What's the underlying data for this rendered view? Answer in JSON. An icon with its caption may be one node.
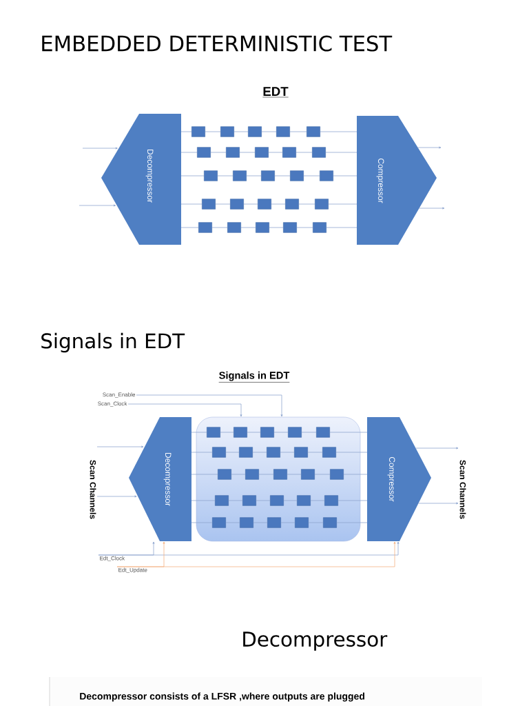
{
  "diagram": {
    "title": "EMBEDDED DETERMINISTIC TEST",
    "nodes": [
      {
        "text": [
          "Decompressor"
        ]
      },
      {
        "text": [
          "Compressor"
        ]
      },
      {
        "text": [],
        "shape": "box"
      },
      {
        "text": [],
        "shape": "box"
      },
      {
        "text": [],
        "shape": "box"
      },
      {
        "text": [],
        "shape": "box"
      },
      {
        "text": [],
        "shape": "box"
      },
      {
        "text": [],
        "shape": "box"
      },
      {
        "text": [],
        "shape": "box"
      },
      {
        "text": [],
        "shape": "box"
      },
      {
        "text": [],
        "shape": "box"
      },
      {
        "text": [],
        "shape": "box"
      },
      {
        "text": [],
        "shape": "box"
      },
      {
        "text": [],
        "shape": "box"
      },
      {
        "text": [],
        "shape": "box"
      },
      {
        "text": [],
        "shape": "box"
      },
      {
        "text": [],
        "shape": "box"
      },
      {
        "text": [],
        "shape": "box"
      },
      {
        "text": [],
        "shape": "box"
      },
      {
        "text": [],
        "shape": "box"
      },
      {
        "text": [],
        "shape": "box"
      },
      {
        "text": [],
        "shape": "box"
      },
      {
        "text": [],
        "shape": "box"
      },
      {
        "text": [],
        "shape": "box"
      },
      {
        "text": [],
        "shape": "box"
      },
      {
        "text": [],
        "shape": "box"
      },
      {
        "text": [],
        "shape": "box"
      },
      {
        "text": [
          "Decompressor"
        ]
      },
      {
        "text": [],
        "shape": "box"
      },
      {
        "text": [],
        "shape": "box",
        "in": 28
      },
      {
        "text": [],
        "shape": "box",
        "in": 28
      },
      {
        "text": [],
        "shape": "box",
        "in": 28
      },
      {
        "text": [],
        "shape": "box",
        "in": 28
      },
      {
        "text": [],
        "shape": "box",
        "in": 28
      },
      {
        "text": [],
        "shape": "box",
        "in": 28
      },
      {
        "text": [],
        "shape": "box",
        "in": 28
      },
      {
        "text": [],
        "shape": "box",
        "in": 28
      },
      {
        "text": [],
        "shape": "box",
        "in": 28
      },
      {
        "text": [],
        "shape": "box",
        "in": 28
      },
      {
        "text": [],
        "shape": "box",
        "in": 28
      },
      {
        "text": [],
        "shape": "box",
        "in": 28
      },
      {
        "text": [],
        "shape": "box",
        "in": 28
      },
      {
        "text": [],
        "shape": "box",
        "in": 28
      },
      {
        "text": [],
        "shape": "box",
        "in": 28
      },
      {
        "text": [],
        "shape": "box",
        "in": 28
      },
      {
        "text": [],
        "shape": "box",
        "in": 28
      },
      {
        "text": [],
        "shape": "box",
        "in": 28
      },
      {
        "text": [],
        "shape": "box",
        "in": 28
      },
      {
        "text": [],
        "shape": "box",
        "in": 28
      },
      {
        "text": [],
        "shape": "box",
        "in": 28
      },
      {
        "text": [],
        "shape": "box",
        "in": 28
      },
      {
        "text": [],
        "shape": "box",
        "in": 28
      },
      {
        "text": [],
        "shape": "box",
        "in": 28
      },
      {
        "text": [],
        "shape": "box",
        "in": 28
      },
      {
        "text": [
          "Compressor"
        ]
      },
      {
        "text": [
          "Scan_Enable"
        ]
      },
      {
        "text": [
          "Scan_Clock"
        ]
      },
      {
        "text": [
          "Edt_Clock"
        ]
      },
      {
        "text": [
          "Edt_Update"
        ]
      },
      {
        "text": [
          "Scan Channels"
        ]
      },
      {
        "text": [
          "Scan Channels"
        ]
      }
    ],
    "edges": [
      {
        "from": 0,
        "to": 2,
        "arrow": "none"
      },
      {
        "from": 2,
        "to": 3,
        "arrow": "none"
      },
      {
        "from": 3,
        "to": 4,
        "arrow": "none"
      },
      {
        "from": 4,
        "to": 5,
        "arrow": "none"
      },
      {
        "from": 5,
        "to": 6,
        "arrow": "none"
      },
      {
        "from": 6,
        "to": 1,
        "arrow": "none"
      },
      {
        "from": 0,
        "to": 7,
        "arrow": "none"
      },
      {
        "from": 7,
        "to": 8,
        "arrow": "none"
      },
      {
        "from": 8,
        "to": 9,
        "arrow": "none"
      },
      {
        "from": 9,
        "to": 10,
        "arrow": "none"
      },
      {
        "from": 10,
        "to": 11,
        "arrow": "none"
      },
      {
        "from": 11,
        "to": 1,
        "arrow": "none"
      },
      {
        "from": 0,
        "to": 12,
        "arrow": "none"
      },
      {
        "from": 12,
        "to": 13,
        "arrow": "none"
      },
      {
        "from": 13,
        "to": 14,
        "arrow": "none"
      },
      {
        "from": 14,
        "to": 15,
        "arrow": "none"
      },
      {
        "from": 15,
        "to": 16,
        "arrow": "none"
      },
      {
        "from": 16,
        "to": 1,
        "arrow": "none"
      },
      {
        "from": 0,
        "to": 17,
        "arrow": "none"
      },
      {
        "from": 17,
        "to": 18,
        "arrow": "none"
      },
      {
        "from": 18,
        "to": 19,
        "arrow": "none"
      },
      {
        "from": 19,
        "to": 20,
        "arrow": "none"
      },
      {
        "from": 20,
        "to": 21,
        "arrow": "none"
      },
      {
        "from": 21,
        "to": 1,
        "arrow": "none"
      },
      {
        "from": 0,
        "to": 22,
        "arrow": "none"
      },
      {
        "from": 22,
        "to": 23,
        "arrow": "none"
      },
      {
        "from": 23,
        "to": 24,
        "arrow": "none"
      },
      {
        "from": 24,
        "to": 25,
        "arrow": "none"
      },
      {
        "from": 25,
        "to": 26,
        "arrow": "none"
      },
      {
        "from": 26,
        "to": 1,
        "arrow": "none"
      },
      {
        "from": null,
        "to": 0,
        "arrow": "to"
      },
      {
        "from": null,
        "to": 0,
        "arrow": "to"
      },
      {
        "from": 1,
        "to": null,
        "arrow": "to"
      },
      {
        "from": 1,
        "to": null,
        "arrow": "to"
      },
      {
        "from": 27,
        "to": 29,
        "arrow": "none"
      },
      {
        "from": 29,
        "to": 30,
        "arrow": "none"
      },
      {
        "from": 30,
        "to": 31,
        "arrow": "none"
      },
      {
        "from": 31,
        "to": 32,
        "arrow": "none"
      },
      {
        "from": 32,
        "to": 33,
        "arrow": "none"
      },
      {
        "from": 33,
        "to": 54,
        "arrow": "none"
      },
      {
        "from": 27,
        "to": 34,
        "arrow": "none"
      },
      {
        "from": 34,
        "to": 35,
        "arrow": "none"
      },
      {
        "from": 35,
        "to": 36,
        "arrow": "none"
      },
      {
        "from": 36,
        "to": 37,
        "arrow": "none"
      },
      {
        "from": 37,
        "to": 38,
        "arrow": "none"
      },
      {
        "from": 38,
        "to": 54,
        "arrow": "none"
      },
      {
        "from": 27,
        "to": 39,
        "arrow": "none"
      },
      {
        "from": 39,
        "to": 40,
        "arrow": "none"
      },
      {
        "from": 40,
        "to": 41,
        "arrow": "none"
      },
      {
        "from": 41,
        "to": 42,
        "arrow": "none"
      },
      {
        "from": 42,
        "to": 43,
        "arrow": "none"
      },
      {
        "from": 43,
        "to": 54,
        "arrow": "none"
      },
      {
        "from": 27,
        "to": 44,
        "arrow": "none"
      },
      {
        "from": 44,
        "to": 45,
        "arrow": "none"
      },
      {
        "from": 45,
        "to": 46,
        "arrow": "none"
      },
      {
        "from": 46,
        "to": 47,
        "arrow": "none"
      },
      {
        "from": 47,
        "to": 48,
        "arrow": "none"
      },
      {
        "from": 48,
        "to": 54,
        "arrow": "none"
      },
      {
        "from": 27,
        "to": 49,
        "arrow": "none"
      },
      {
        "from": 49,
        "to": 50,
        "arrow": "none"
      },
      {
        "from": 50,
        "to": 51,
        "arrow": "none"
      },
      {
        "from": 51,
        "to": 52,
        "arrow": "none"
      },
      {
        "from": 52,
        "to": 53,
        "arrow": "none"
      },
      {
        "from": 53,
        "to": 54,
        "arrow": "none"
      },
      {
        "from": 59,
        "to": 27,
        "arrow": "to"
      },
      {
        "from": 59,
        "to": 27,
        "arrow": "to"
      },
      {
        "from": 54,
        "to": 60,
        "arrow": "to"
      },
      {
        "from": 54,
        "to": 60,
        "arrow": "to"
      },
      {
        "from": 55,
        "to": 28,
        "arrow": "to"
      },
      {
        "from": 56,
        "to": 28,
        "arrow": "to"
      },
      {
        "from": 57,
        "to": 27,
        "arrow": "to"
      },
      {
        "from": 57,
        "to": 54,
        "arrow": "to"
      },
      {
        "from": 58,
        "to": 27,
        "arrow": "to",
        "color": "#f4b183"
      },
      {
        "from": 58,
        "to": 54,
        "arrow": "to",
        "color": "#f4b183"
      }
    ],
    "labels": [
      "EDT",
      "Signals in EDT",
      "Signals in EDT",
      "Decompressor",
      "Decompressor consists of a LFSR ,where outputs are plugged"
    ]
  }
}
